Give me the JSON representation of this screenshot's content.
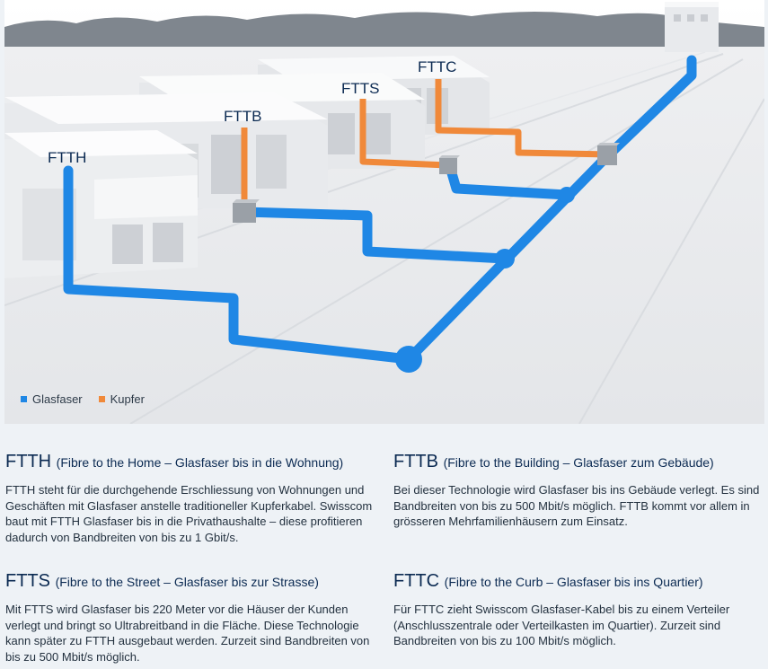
{
  "diagram": {
    "labels": {
      "ftth": "FTTH",
      "fttb": "FTTB",
      "ftts": "FTTS",
      "fttc": "FTTC"
    },
    "colors": {
      "glasfaser": "#1f87e5",
      "kupfer": "#f0893a",
      "text": "#0b2a52"
    }
  },
  "legend": {
    "glasfaser": "Glasfaser",
    "kupfer": "Kupfer"
  },
  "blocks": {
    "ftth": {
      "title": "FTTH",
      "subtitle": "(Fibre to the Home – Glasfaser bis in die Wohnung)",
      "text": "FTTH steht für die durchgehende Erschliessung von Wohnungen und Geschäften mit Glasfaser anstelle traditioneller Kupferkabel. Swisscom baut mit FTTH Glasfaser bis in die Privathaushalte – diese profitieren dadurch von Bandbreiten von bis zu 1 Gbit/s."
    },
    "fttb": {
      "title": "FTTB",
      "subtitle": "(Fibre to the Building – Glasfaser zum Gebäude)",
      "text": "Bei dieser Technologie wird Glasfaser bis ins Gebäude verlegt. Es sind Bandbreiten von bis zu 500 Mbit/s möglich. FTTB kommt vor allem in grösseren Mehrfamilienhäusern zum Einsatz."
    },
    "ftts": {
      "title": "FTTS",
      "subtitle": "(Fibre to the Street – Glasfaser bis zur Strasse)",
      "text": "Mit FTTS wird Glasfaser bis 220 Meter vor die Häuser der Kunden verlegt und bringt so Ultrabreitband in die Fläche. Diese Technologie kann später zu FTTH ausgebaut werden. Zurzeit sind Bandbreiten von bis zu 500 Mbit/s möglich."
    },
    "fttc": {
      "title": "FTTC",
      "subtitle": "(Fibre to the Curb – Glasfaser bis ins Quartier)",
      "text": "Für FTTC zieht Swisscom Glasfaser-Kabel bis zu einem Verteiler (Anschlusszentrale oder Verteilkasten im Quartier). Zurzeit sind Bandbreiten von bis zu 100 Mbit/s möglich."
    }
  }
}
